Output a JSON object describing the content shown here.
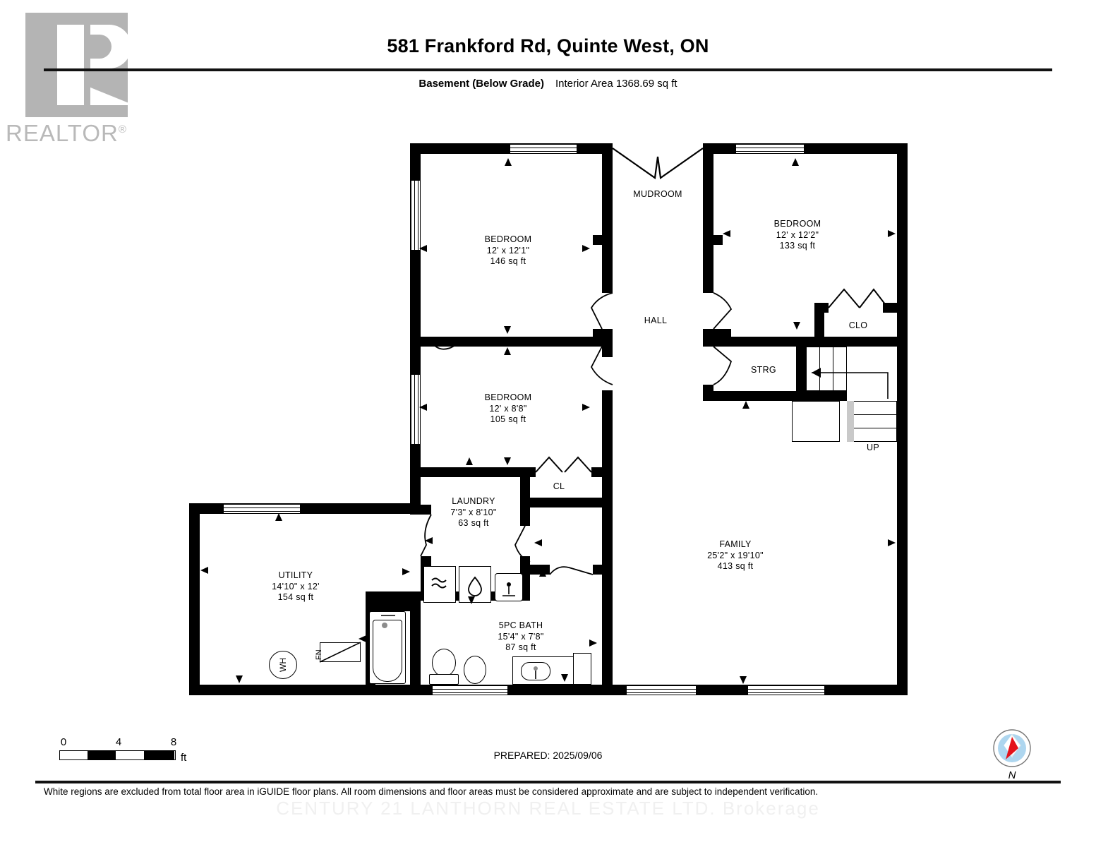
{
  "brand": {
    "logo_text": "REALTOR",
    "logo_registered": "®",
    "logo_color": "#b4b4b4"
  },
  "header": {
    "title": "581 Frankford Rd, Quinte West, ON",
    "level_label": "Basement (Below Grade)",
    "area_label": "Interior Area 1368.69 sq ft"
  },
  "rooms": [
    {
      "key": "bedroom_nw",
      "name": "BEDROOM",
      "dims": "12' x 12'1\"",
      "area": "146 sq ft"
    },
    {
      "key": "bedroom_sw",
      "name": "BEDROOM",
      "dims": "12' x 8'8\"",
      "area": "105 sq ft"
    },
    {
      "key": "bedroom_ne",
      "name": "BEDROOM",
      "dims": "12' x 12'2\"",
      "area": "133 sq ft"
    },
    {
      "key": "mudroom",
      "name": "MUDROOM",
      "dims": "",
      "area": ""
    },
    {
      "key": "hall",
      "name": "HALL",
      "dims": "",
      "area": ""
    },
    {
      "key": "clo",
      "name": "CLO",
      "dims": "",
      "area": ""
    },
    {
      "key": "strg",
      "name": "STRG",
      "dims": "",
      "area": ""
    },
    {
      "key": "cl",
      "name": "CL",
      "dims": "",
      "area": ""
    },
    {
      "key": "laundry",
      "name": "LAUNDRY",
      "dims": "7'3\" x 8'10\"",
      "area": "63 sq ft"
    },
    {
      "key": "utility",
      "name": "UTILITY",
      "dims": "14'10\" x 12'",
      "area": "154 sq ft"
    },
    {
      "key": "bath",
      "name": "5PC BATH",
      "dims": "15'4\" x 7'8\"",
      "area": "87 sq ft"
    },
    {
      "key": "family",
      "name": "FAMILY",
      "dims": "25'2\" x 19'10\"",
      "area": "413 sq ft"
    }
  ],
  "markers": {
    "stairs_up": "UP",
    "water_heater": "WH",
    "furnace": "FN"
  },
  "scale": {
    "ticks": [
      "0",
      "4",
      "8"
    ],
    "unit": "ft"
  },
  "footer": {
    "prepared": "PREPARED: 2025/09/06",
    "disclaimer": "White regions are excluded from total floor area in iGUIDE floor plans. All room dimensions and floor areas must be considered approximate and are subject to independent verification.",
    "watermark": "CENTURY 21 LANTHORN REAL ESTATE LTD. Brokerage"
  },
  "compass": {
    "label": "N",
    "dial_color": "#aed6ef",
    "needle_color": "#e4121a"
  }
}
